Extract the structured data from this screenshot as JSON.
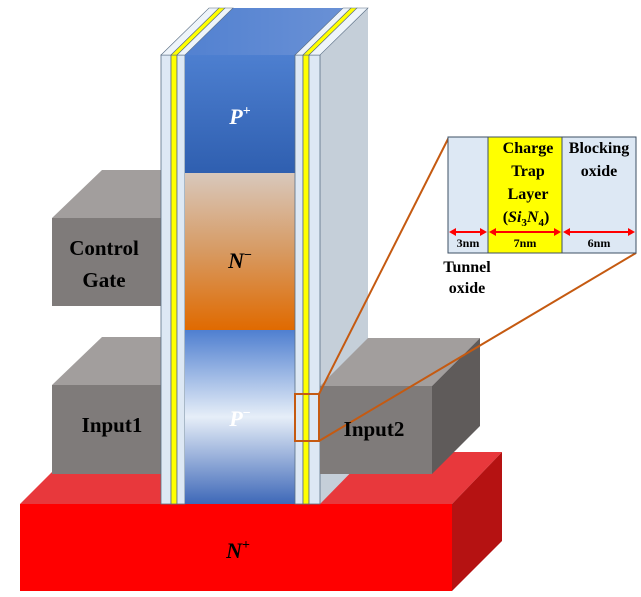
{
  "regions": {
    "p_plus_top": "P",
    "p_plus_top_sup": "+",
    "n_minus": "N",
    "n_minus_sup": "−",
    "p_minus": "P",
    "p_minus_sup": "−",
    "n_plus_base": "N",
    "n_plus_base_sup": "+"
  },
  "gates": {
    "control_gate_line1": "Control",
    "control_gate_line2": "Gate",
    "input1": "Input1",
    "input2": "Input2"
  },
  "inset": {
    "charge_trap_line1": "Charge",
    "charge_trap_line2": "Trap",
    "charge_trap_line3": "Layer",
    "charge_trap_formula_open": "(",
    "charge_trap_formula_si": "Si",
    "charge_trap_formula_si_sub": "3",
    "charge_trap_formula_n": "N",
    "charge_trap_formula_n_sub": "4",
    "charge_trap_formula_close": ")",
    "blocking_line1": "Blocking",
    "blocking_line2": "oxide",
    "tunnel_line1": "Tunnel",
    "tunnel_line2": "oxide",
    "dim_tunnel": "3nm",
    "dim_trap": "7nm",
    "dim_blocking": "6nm"
  },
  "colors": {
    "oxide": "#dde8f4",
    "trap_layer": "#ffff00",
    "gate_front": "#7f7b7a",
    "gate_top": "#a29e9d",
    "gate_side": "#5f5b5a",
    "substrate_front": "#ff0000",
    "substrate_top": "#e8383c",
    "substrate_side": "#b01010",
    "zoom_lines": "#c55a11",
    "dimension_arrows": "#ff0000",
    "p_plus": "#3b6bbf",
    "n_minus_top": "#d9c3b0",
    "n_minus_bottom": "#e07010"
  }
}
